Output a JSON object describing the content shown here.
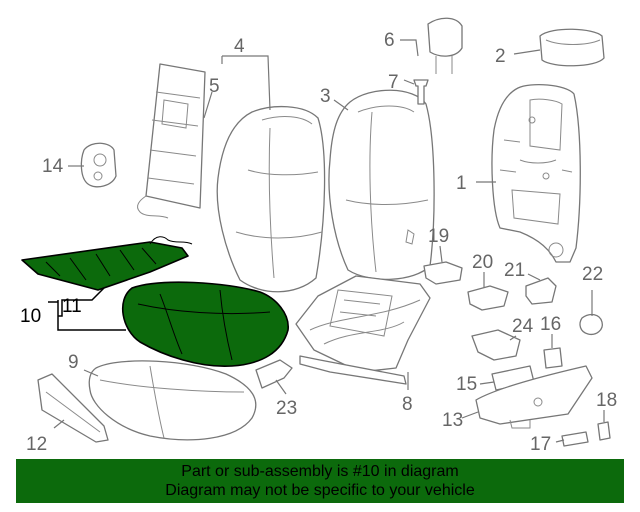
{
  "colors": {
    "highlight": "#0c6a0c",
    "outline": "#777777",
    "callout_text": "#666666",
    "banner_bg": "#0c6a0c"
  },
  "callouts": {
    "c1": "1",
    "c2": "2",
    "c3": "3",
    "c4": "4",
    "c5": "5",
    "c6": "6",
    "c7": "7",
    "c8": "8",
    "c9": "9",
    "c10": "10",
    "c11": "11",
    "c12": "12",
    "c13": "13",
    "c14": "14",
    "c15": "15",
    "c16": "16",
    "c17": "17",
    "c18": "18",
    "c19": "19",
    "c20": "20",
    "c21": "21",
    "c22": "22",
    "c23": "23",
    "c24": "24"
  },
  "banner": {
    "line1": "Part or sub-assembly is #10 in diagram",
    "line2": "Diagram may not be specific to your vehicle"
  }
}
